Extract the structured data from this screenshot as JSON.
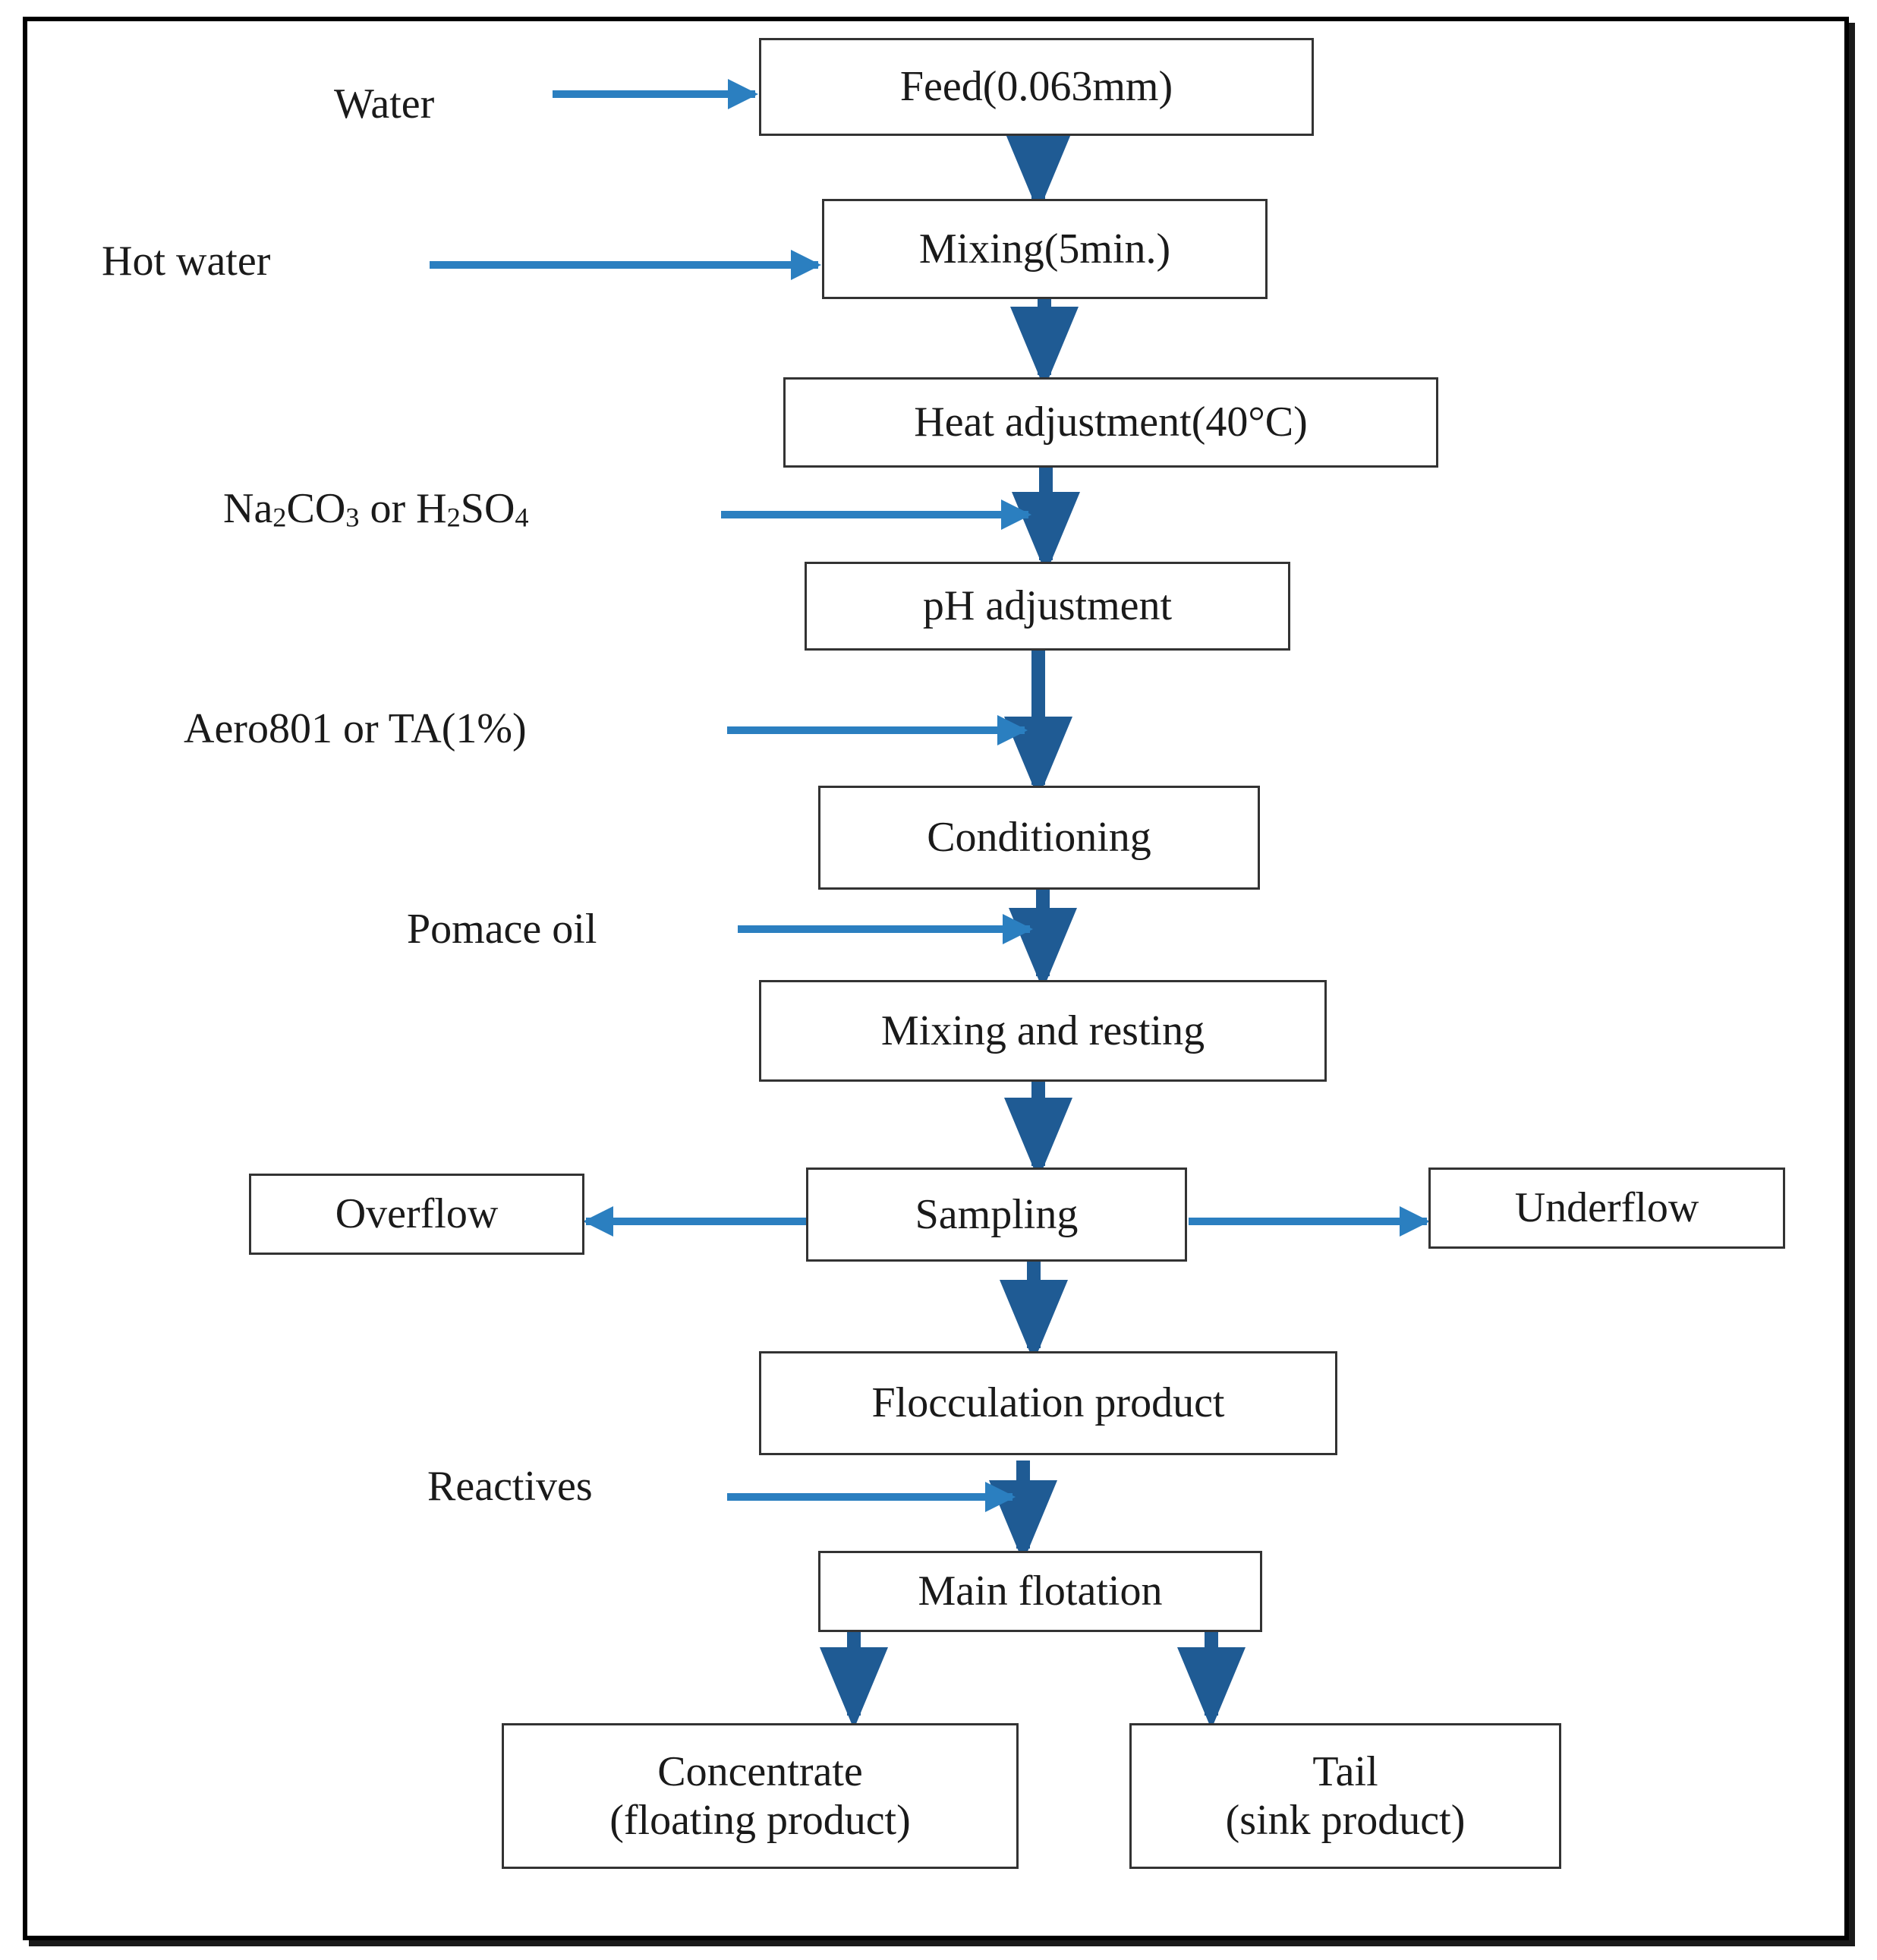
{
  "steps": {
    "feed": "Feed(0.063mm)",
    "mixing": "Mixing(5min.)",
    "heat": "Heat adjustment(40°C)",
    "ph": "pH adjustment",
    "conditioning": "Conditioning",
    "mixing_resting": "Mixing and resting",
    "sampling": "Sampling",
    "overflow": "Overflow",
    "underflow": "Underflow",
    "flocculation": "Flocculation product",
    "main_flotation": "Main flotation",
    "concentrate_line1": "Concentrate",
    "concentrate_line2": "(floating product)",
    "tail_line1": "Tail",
    "tail_line2": "(sink product)"
  },
  "inputs": {
    "water": "Water",
    "hot_water": "Hot water",
    "na2co3_part1": "Na",
    "na2co3_sub1": "2",
    "na2co3_part2": "CO",
    "na2co3_sub2": "3",
    "or_h2so4_part1": " or H",
    "h2so4_sub1": "2",
    "h2so4_part2": "SO",
    "h2so4_sub2": "4",
    "aero": "Aero801 or TA(1%)",
    "pomace": "Pomace oil",
    "reactives": "Reactives"
  },
  "colors": {
    "main_arrow": "#1f5b94",
    "input_arrow": "#2b7fc0",
    "box_border": "#333333",
    "frame": "#000000"
  }
}
